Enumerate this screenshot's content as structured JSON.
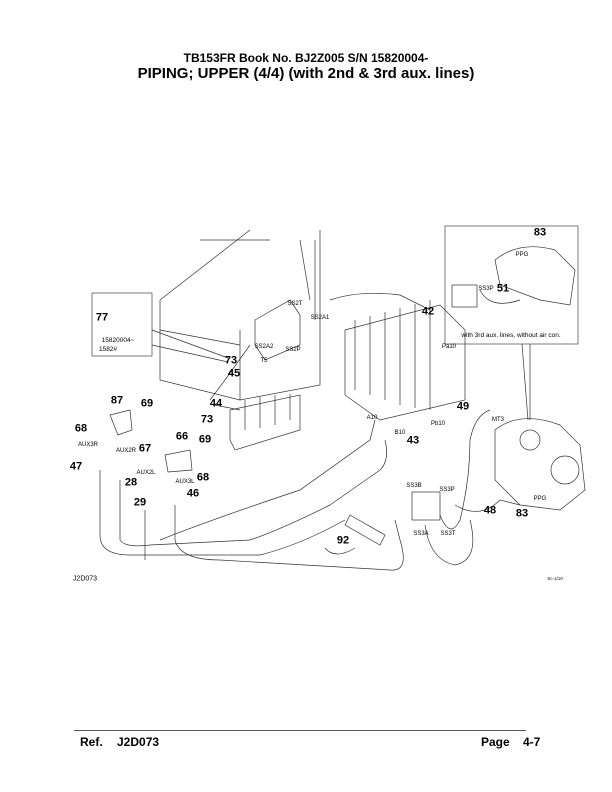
{
  "header": {
    "line1": "TB153FR  Book No. BJ2Z005  S/N 15820004-",
    "title": "PIPING; UPPER (4/4) (with 2nd & 3rd aux. lines)"
  },
  "diagram": {
    "callouts": [
      "77",
      "73",
      "45",
      "44",
      "73",
      "87",
      "69",
      "68",
      "67",
      "66",
      "69",
      "47",
      "28",
      "29",
      "46",
      "68",
      "42",
      "43",
      "49",
      "83",
      "51",
      "48",
      "83",
      "92"
    ],
    "ports": [
      "SS2T",
      "SS2A1",
      "SS2A2",
      "SS2P",
      "T5",
      "AUX3R",
      "AUX2R",
      "AUX2L",
      "AUX3L",
      "Pa10",
      "A10",
      "B10",
      "Pb10",
      "MT3",
      "PPG",
      "SS3P",
      "SS3B",
      "SS3P",
      "PPG",
      "SS3A",
      "SS3T"
    ],
    "inset_serial": [
      "15820004~",
      "1582#"
    ],
    "inset_note": "with 3rd aux. lines, without air con.",
    "drawing_code": "J2D073",
    "sheet_code": "Sc-1/10"
  },
  "footer": {
    "ref_label": "Ref.",
    "ref_value": "J2D073",
    "page_label": "Page",
    "page_value": "4-7"
  }
}
